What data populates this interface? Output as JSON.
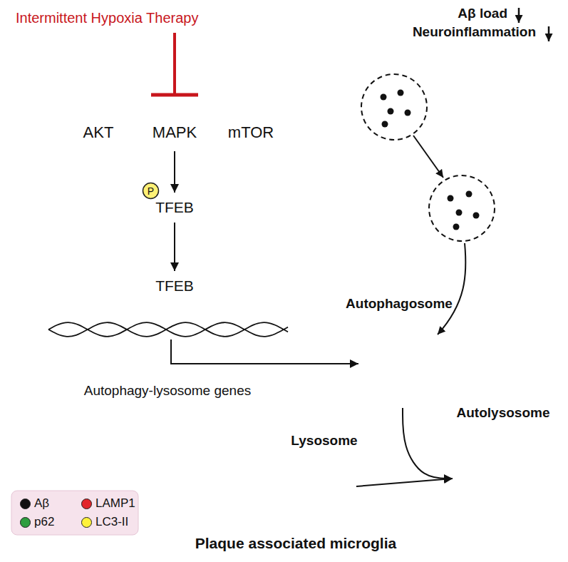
{
  "diagram": {
    "nodes": [
      {
        "text": [
          "Plaque associated microglia"
        ]
      },
      {
        "text": [
          "AKT"
        ],
        "in": 0
      },
      {
        "text": [
          "MAPK"
        ],
        "in": 0
      },
      {
        "text": [
          "mTOR"
        ],
        "in": 0
      },
      {
        "text": [
          "P"
        ],
        "in": 0
      },
      {
        "text": [
          "TFEB"
        ],
        "in": 0
      },
      {
        "text": [
          "Autophagy-lysosome genes"
        ],
        "in": 0
      },
      {
        "text": [
          "TFEB"
        ],
        "in": 6
      },
      {
        "text": [
          "Autophagosome"
        ],
        "in": 0
      },
      {
        "text": [
          "Lysosome"
        ],
        "in": 0
      },
      {
        "text": [
          "Autolysosome"
        ],
        "in": 0
      }
    ],
    "edges": [
      {
        "from": 2,
        "to": 5,
        "arrow": "to"
      },
      {
        "from": 5,
        "to": 7,
        "arrow": "to"
      },
      {
        "from": 6,
        "to": 8,
        "arrow": "to"
      },
      {
        "from": 8,
        "to": 10,
        "arrow": "to"
      },
      {
        "from": 9,
        "to": 10,
        "arrow": "to"
      }
    ],
    "labels": [
      "Intermittent Hypoxia Therapy",
      "Aβ load",
      "Neuroinflammation"
    ],
    "legend": [
      {
        "text": "Aβ",
        "color": "#111111"
      },
      {
        "text": "LAMP1",
        "color": "#e2252b"
      },
      {
        "text": "p62",
        "color": "#2f9e3f"
      },
      {
        "text": "LC3-II",
        "color": "#fff23a"
      }
    ]
  }
}
